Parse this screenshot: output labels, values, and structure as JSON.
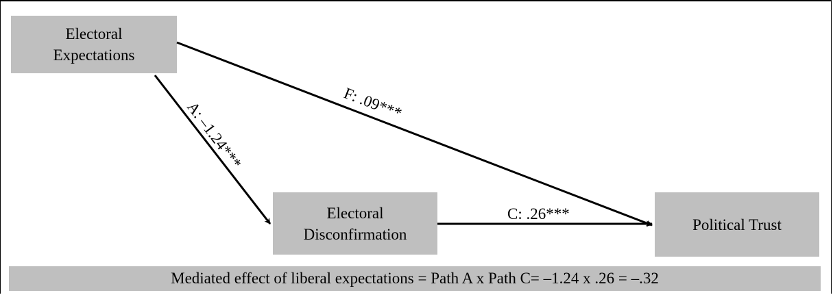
{
  "nodes": {
    "expectations": {
      "line1": "Electoral",
      "line2": "Expectations"
    },
    "disconfirmation": {
      "line1": "Electoral",
      "line2": "Disconfirmation"
    },
    "trust": {
      "line1": "Political Trust"
    }
  },
  "paths": {
    "a": {
      "label": "A: –1.24***",
      "from": "expectations",
      "to": "disconfirmation"
    },
    "f": {
      "label": "F: .09***",
      "from": "expectations",
      "to": "trust"
    },
    "c": {
      "label": "C: .26***",
      "from": "disconfirmation",
      "to": "trust"
    }
  },
  "footer": {
    "text": "Mediated effect of liberal expectations = Path A x Path C= –1.24 x .26 = –.32"
  },
  "colors": {
    "box_fill": "#bfbfbf",
    "line": "#000000"
  }
}
